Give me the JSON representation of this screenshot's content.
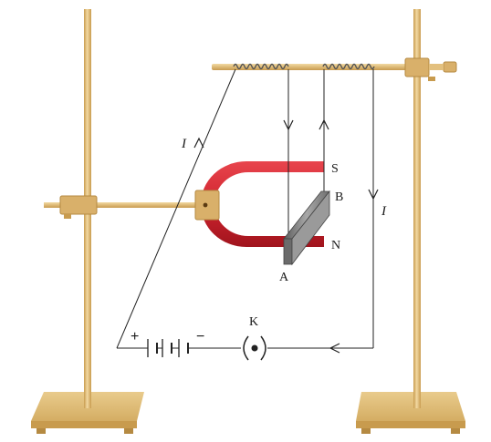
{
  "labels": {
    "current_left": "I",
    "current_right": "I",
    "pole_south": "S",
    "pole_north": "N",
    "rod_end_a": "A",
    "rod_end_b": "B",
    "key": "K",
    "battery_plus": "+",
    "battery_minus": "−"
  },
  "colors": {
    "wood": "#e3c07e",
    "wood_dark": "#c89b4e",
    "magnet": "#d0242f",
    "rod": "#8a8a8a",
    "wire": "#222222"
  }
}
